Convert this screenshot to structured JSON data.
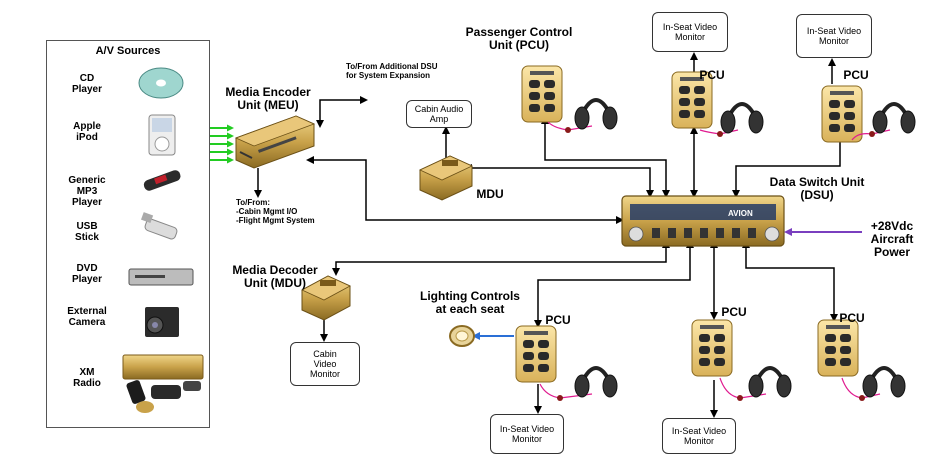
{
  "sources": {
    "title": "A/V Sources",
    "items": [
      {
        "label": "CD\nPlayer",
        "icon": "cd-player-icon"
      },
      {
        "label": "Apple\niPod",
        "icon": "ipod-icon"
      },
      {
        "label": "Generic\nMP3\nPlayer",
        "icon": "mp3-player-icon"
      },
      {
        "label": "USB\nStick",
        "icon": "usb-stick-icon"
      },
      {
        "label": "DVD\nPlayer",
        "icon": "dvd-player-icon"
      },
      {
        "label": "External\nCamera",
        "icon": "camera-icon"
      },
      {
        "label": "XM\nRadio",
        "icon": "xm-radio-icon"
      }
    ]
  },
  "labels": {
    "meu": "Media Encoder\nUnit (MEU)",
    "expansion": "To/From Additional DSU\nfor System Expansion",
    "meu_io": "To/From:\n-Cabin Mgmt I/O\n-Flight Mgmt System",
    "mdu_top": "MDU",
    "mdu_left": "Media Decoder\nUnit (MDU)",
    "pcu_main": "Passenger Control\nUnit (PCU)",
    "pcu": "PCU",
    "dsu": "Data Switch Unit\n(DSU)",
    "power": "+28Vdc\nAircraft\nPower",
    "lighting": "Lighting Controls\nat each seat",
    "dsu_brand": "AVION"
  },
  "boxes": {
    "cabin_audio": "Cabin Audio\nAmp",
    "cabin_video": "Cabin\nVideo\nMonitor",
    "inseat_video": "In-Seat Video\nMonitor"
  },
  "colors": {
    "gold": "#c9a24a",
    "gold_dark": "#8a6a22",
    "green_arrow": "#22cc22",
    "purple_arrow": "#7a3fbf",
    "blue_arrow": "#2a6fd6",
    "cable_pink": "#e01b8f"
  }
}
